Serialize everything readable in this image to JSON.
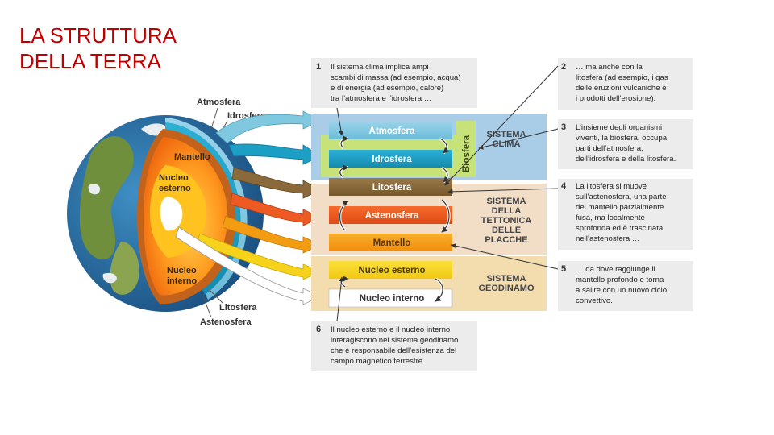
{
  "title": [
    "LA STRUTTURA",
    "DELLA TERRA"
  ],
  "globe_labels": {
    "atmosfera": "Atmosfera",
    "idrosfera": "Idrosfera",
    "mantello": "Mantello",
    "nucleo_esterno": [
      "Nucleo",
      "esterno"
    ],
    "nucleo_interno": [
      "Nucleo",
      "interno"
    ],
    "litosfera": "Litosfera",
    "astenosfera": "Astenosfera"
  },
  "layers": [
    "Atmosfera",
    "Idrosfera",
    "Litosfera",
    "Astenosfera",
    "Mantello",
    "Nucleo esterno",
    "Nucleo interno"
  ],
  "biosfera": "Biosfera",
  "systems": {
    "clima": [
      "SISTEMA",
      "CLIMA"
    ],
    "tettonica": [
      "SISTEMA",
      "DELLA",
      "TETTONICA",
      "DELLE",
      "PLACCHE"
    ],
    "geodinamo": [
      "SISTEMA",
      "GEODINAMO"
    ]
  },
  "notes": [
    {
      "num": "1",
      "lines": [
        "Il sistema clima implica ampi",
        "scambi di massa (ad esempio, acqua)",
        "e di energia (ad esempio, calore)",
        "tra l’atmosfera e l’idrosfera …"
      ]
    },
    {
      "num": "2",
      "lines": [
        "… ma anche con la",
        "litosfera (ad esempio, i gas",
        "delle eruzioni vulcaniche e",
        "i prodotti dell’erosione)."
      ]
    },
    {
      "num": "3",
      "lines": [
        "L’insieme degli organismi",
        "viventi, la biosfera, occupa",
        "parti dell’atmosfera,",
        "dell’idrosfera e della litosfera."
      ]
    },
    {
      "num": "4",
      "lines": [
        "La litosfera si muove",
        "sull’astenosfera, una parte",
        "del mantello parzialmente",
        "fusa, ma localmente",
        "sprofonda ed è trascinata",
        "nell’astenosfera …"
      ]
    },
    {
      "num": "5",
      "lines": [
        "… da dove raggiunge il",
        "mantello profondo e torna",
        "a salire con un nuovo ciclo",
        "convettivo."
      ]
    },
    {
      "num": "6",
      "lines": [
        "Il nucleo esterno e il nucleo interno",
        "interagiscono nel sistema geodinamo",
        "che è responsabile dell’esistenza del",
        "campo magnetico terrestre."
      ]
    }
  ],
  "colors": {
    "title": "#c00000",
    "atmosfera": "#7fc8e0",
    "idrosfera": "#1c9fc4",
    "litosfera": "#8a6a3a",
    "astenosfera": "#ee5a24",
    "mantello": "#f39c12",
    "nucleo_esterno": "#f6d21a",
    "nucleo_interno": "#ffffff",
    "clima_bg": "#a9cde6",
    "tettonica_bg": "#f2ddc7",
    "geodinamo_bg": "#f3dcae",
    "biosfera": "#c8e27a"
  }
}
